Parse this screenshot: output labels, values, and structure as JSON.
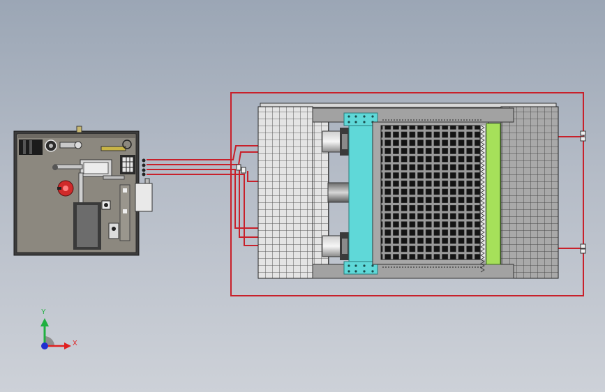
{
  "triad": {
    "x_label": "X",
    "y_label": "Y",
    "x_color": "#e02020",
    "y_color": "#20b040",
    "z_color": "#2030d0"
  },
  "colors": {
    "background_top": "#9ba6b5",
    "background_bottom": "#cdd1d8",
    "pipe": "#c8202a",
    "cyan_plate": "#5fd8d8",
    "green_strip": "#a6e05a",
    "unit_panel": "#8a867e",
    "reservoir_red": "#d02a2a"
  },
  "components": [
    "hydraulic-power-unit",
    "press-frame",
    "moving-platen",
    "mold-grid",
    "hydraulic-cylinder",
    "hydraulic-pipes"
  ]
}
